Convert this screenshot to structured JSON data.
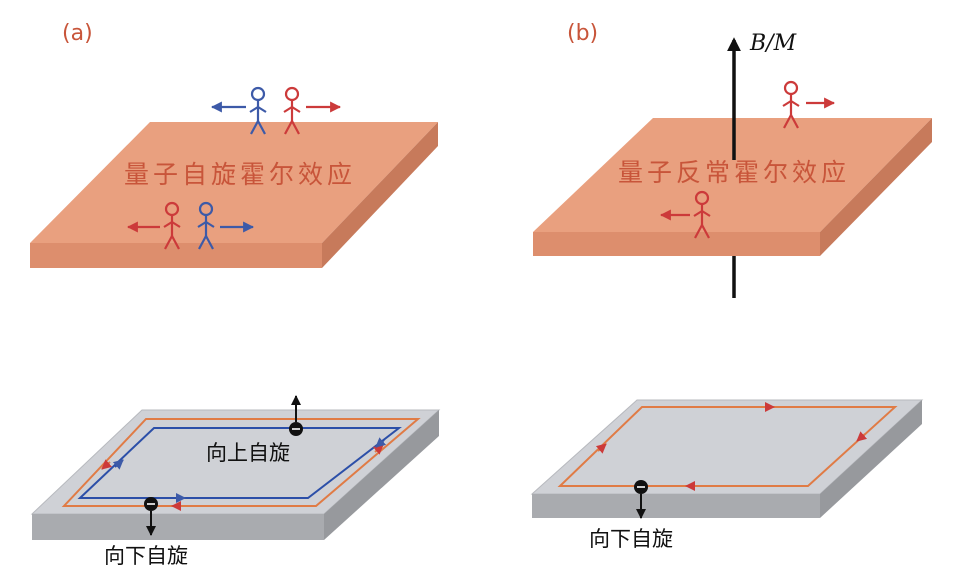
{
  "panel_a": {
    "tag": "(a)",
    "title": "量子自旋霍尔效应",
    "spin_up_label": "向上自旋",
    "spin_down_label": "向下自旋"
  },
  "panel_b": {
    "tag": "(b)",
    "title": "量子反常霍尔效应",
    "field_label": "B/M",
    "spin_down_label": "向下自旋"
  },
  "colors": {
    "slab_top": "#e9a07f",
    "slab_front": "#dd8e6d",
    "slab_side": "#c77a5b",
    "red_figure": "#cc3a3a",
    "blue_figure": "#3d5aa8",
    "grey_top": "#cfd1d6",
    "grey_front": "#a9abaf",
    "edge_orange": "#e07b45",
    "edge_blue": "#2c4fa8"
  }
}
